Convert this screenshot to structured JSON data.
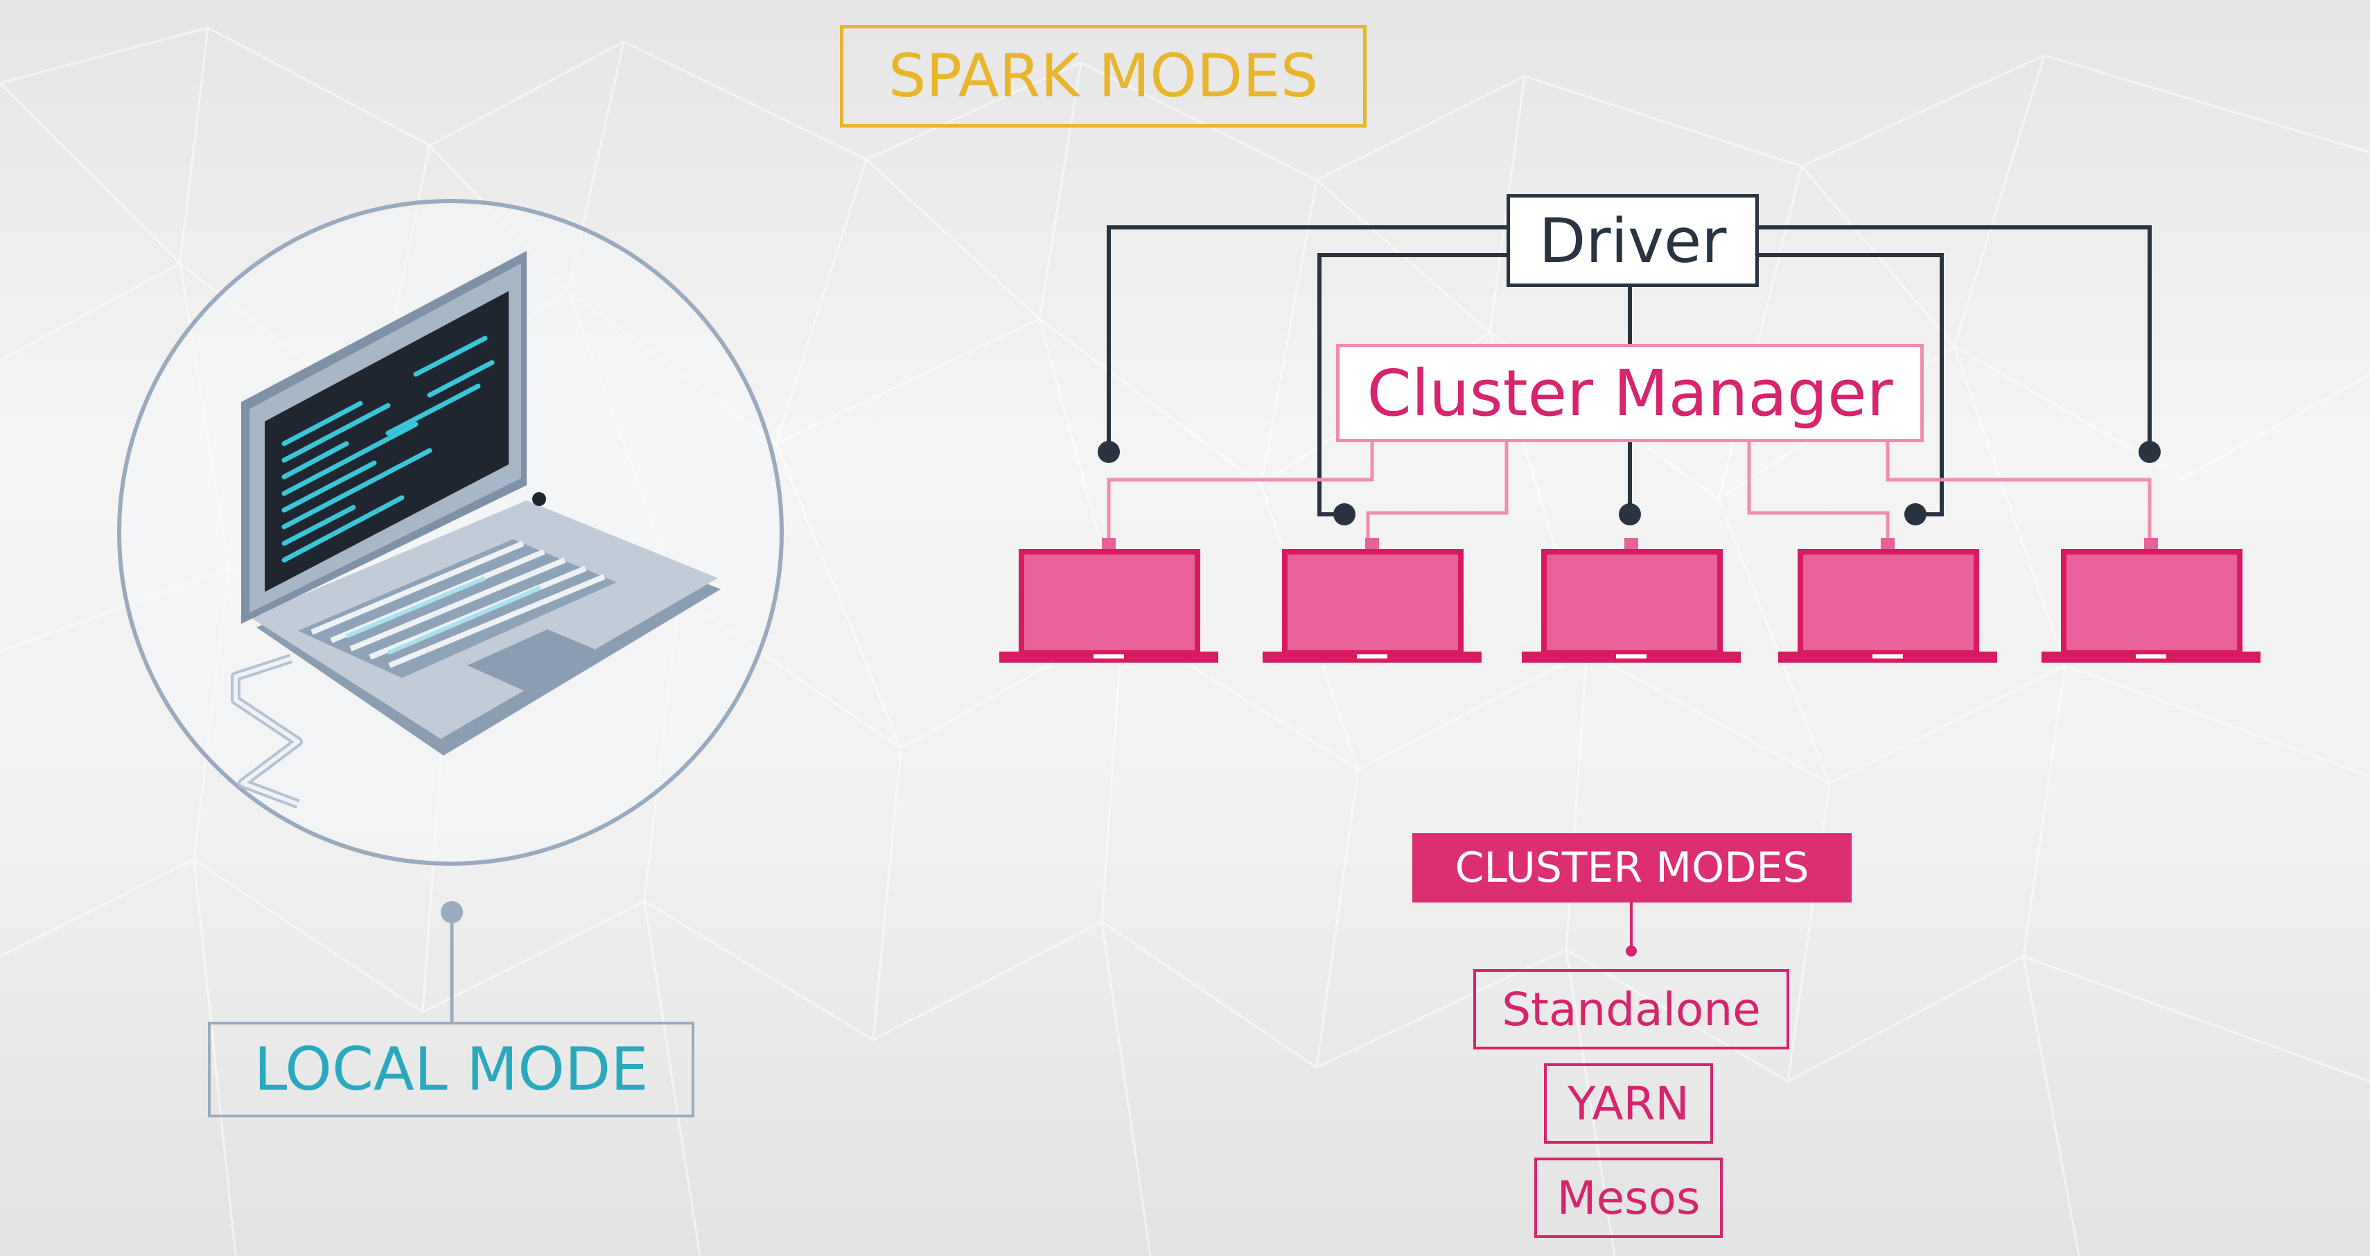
{
  "title": "SPARK MODES",
  "local": {
    "label": "LOCAL MODE"
  },
  "cluster": {
    "driver_label": "Driver",
    "manager_label": "Cluster Manager",
    "worker_count": 5
  },
  "cluster_modes": {
    "heading": "CLUSTER MODES",
    "options": [
      "Standalone",
      "YARN",
      "Mesos"
    ]
  },
  "colors": {
    "title": "#e8b52d",
    "local_mode_text": "#2aa9bd",
    "local_mode_border": "#9aabbd",
    "driver": "#2a3440",
    "cluster_manager": "#d6246d",
    "cluster_manager_border": "#f08cb0",
    "worker_fill": "#e8619b",
    "worker_base": "#d81b60",
    "cluster_modes_fill": "#dc2f72"
  },
  "icons": {
    "local_machine": "laptop-icon",
    "worker": "laptop-icon"
  }
}
